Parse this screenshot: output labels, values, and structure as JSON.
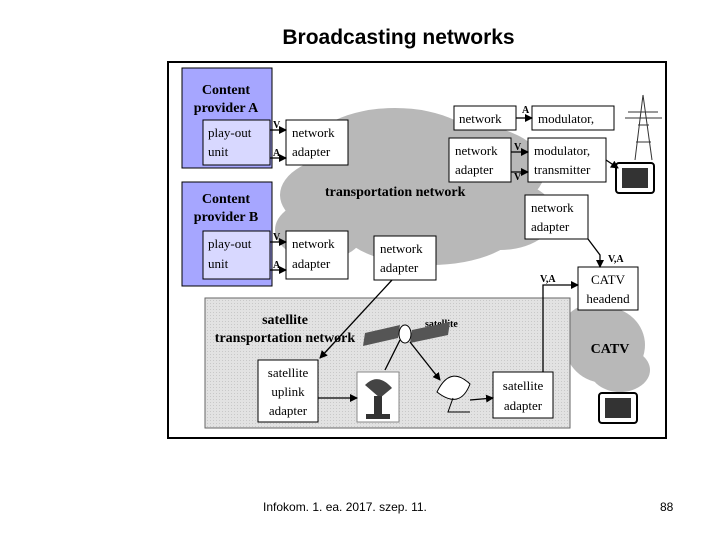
{
  "title": "Broadcasting networks",
  "footer": {
    "text": "Infokom. 1. ea. 2017. szep. 11.",
    "page": "88"
  },
  "diagram": {
    "provider_a": {
      "line1": "Content",
      "line2": "provider A"
    },
    "provider_b": {
      "line1": "Content",
      "line2": "provider B"
    },
    "playout_a": {
      "line1": "play-out",
      "line2": "unit"
    },
    "playout_b": {
      "line1": "play-out",
      "line2": "unit"
    },
    "net_adapter_a": {
      "line1": "network",
      "line2": "adapter"
    },
    "net_adapter_b": {
      "line1": "network",
      "line2": "adapter"
    },
    "net_adapter_sat": {
      "line1": "network",
      "line2": "adapter"
    },
    "net_adapter_top": {
      "line1": "network"
    },
    "net_adapter_top2": {
      "line1": "network",
      "line2": "adapter"
    },
    "net_adapter_right": {
      "line1": "network",
      "line2": "adapter"
    },
    "modulator1": {
      "line1": "modulator,"
    },
    "modulator2": {
      "line1": "modulator,",
      "line2": "transmitter"
    },
    "transport_label": "transportation network",
    "catv_headend": {
      "line1": "CATV",
      "line2": "headend"
    },
    "catv_label": "CATV",
    "satellite_net": {
      "line1": "satellite",
      "line2": "transportation network"
    },
    "satellite_label": "satellite",
    "uplink": {
      "line1": "satellite",
      "line2": "uplink",
      "line3": "adapter"
    },
    "sat_adapter": {
      "line1": "satellite",
      "line2": "adapter"
    },
    "signal_labels": {
      "v": "V",
      "a": "A",
      "va": "V,A"
    }
  }
}
